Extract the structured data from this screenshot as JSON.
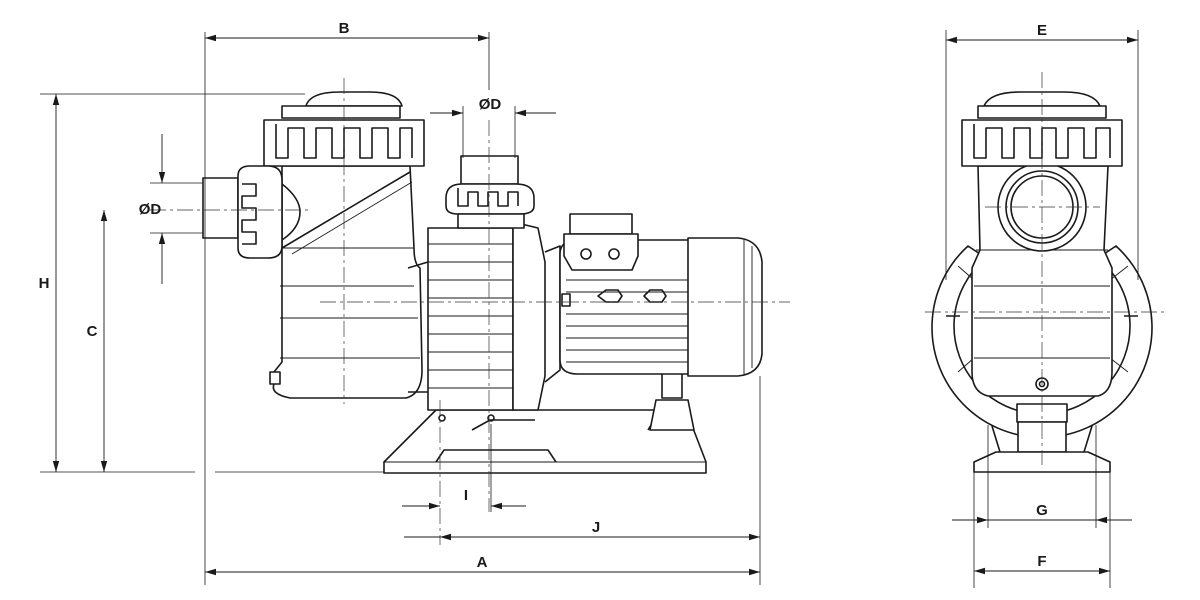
{
  "dimension_labels": {
    "A": "A",
    "B": "B",
    "C": "C",
    "D_top": "ØD",
    "D_side": "ØD",
    "E": "E",
    "F": "F",
    "G": "G",
    "H": "H",
    "I": "I",
    "J": "J"
  },
  "colors": {
    "line": "#1a1a1a",
    "background": "#ffffff"
  }
}
